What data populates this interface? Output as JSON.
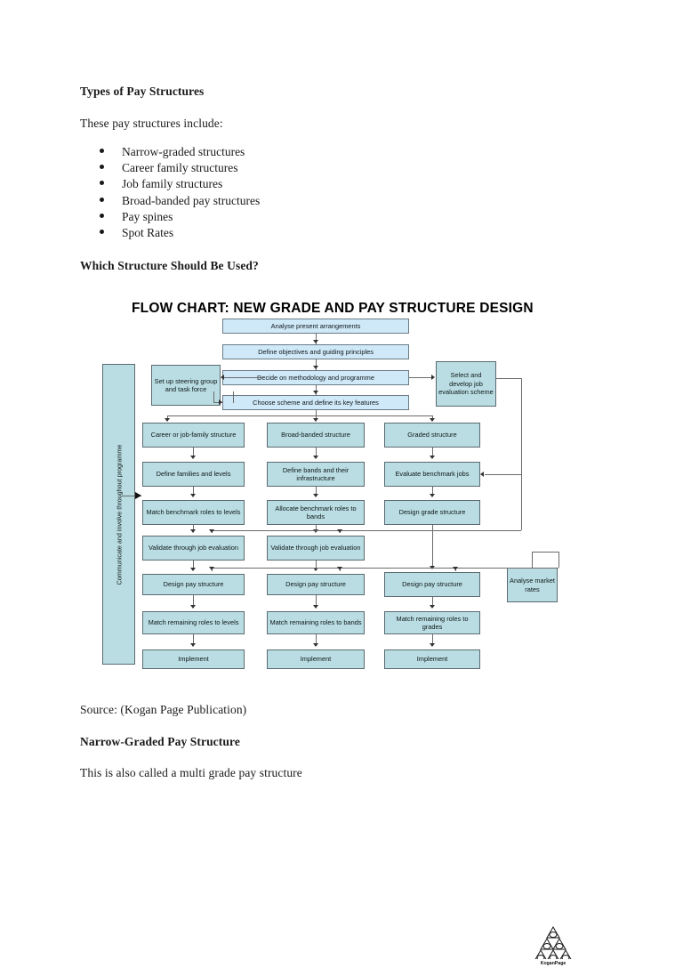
{
  "document": {
    "heading_1": "Types of Pay Structures",
    "intro": "These pay structures include:",
    "bullets": [
      "Narrow-graded structures",
      "Career family structures",
      "Job family structures",
      "Broad-banded pay structures",
      "Pay spines",
      "Spot Rates"
    ],
    "heading_2": "Which Structure Should Be Used?",
    "source": "Source: (Kogan Page Publication)",
    "heading_3": "Narrow-Graded Pay Structure",
    "closing": "This is also called a multi grade pay structure"
  },
  "flowchart": {
    "title": "FLOW CHART: NEW GRADE AND PAY STRUCTURE DESIGN",
    "sidebar_label": "Communicate and involve throughout programme",
    "colors": {
      "node_fill": "#b9dde2",
      "node_fill_light": "#cfe9f8",
      "node_border": "#5b6a70",
      "connector": "#6a6a6a"
    },
    "nodes": {
      "analyse_present": "Analyse present arrangements",
      "define_objectives": "Define objectives and guiding principles",
      "decide_methodology": "Decide on methodology and programme",
      "choose_scheme": "Choose scheme and define its key features",
      "steering_group": "Set up steering group and task force",
      "select_develop_je": "Select and develop job evaluation scheme",
      "analyse_market": "Analyse market rates",
      "col1": [
        "Career or job-family structure",
        "Define families and levels",
        "Match benchmark roles to levels",
        "Validate through job evaluation",
        "Design pay structure",
        "Match remaining roles to levels",
        "Implement"
      ],
      "col2": [
        "Broad-banded structure",
        "Define bands and their infrastructure",
        "Allocate benchmark roles to bands",
        "Validate through job evaluation",
        "Design pay structure",
        "Match remaining roles to bands",
        "Implement"
      ],
      "col3": [
        "Graded structure",
        "Evaluate benchmark jobs",
        "Design grade structure",
        "Design pay structure",
        "Match remaining roles to grades",
        "Implement"
      ]
    },
    "logo_name": "KoganPage"
  }
}
